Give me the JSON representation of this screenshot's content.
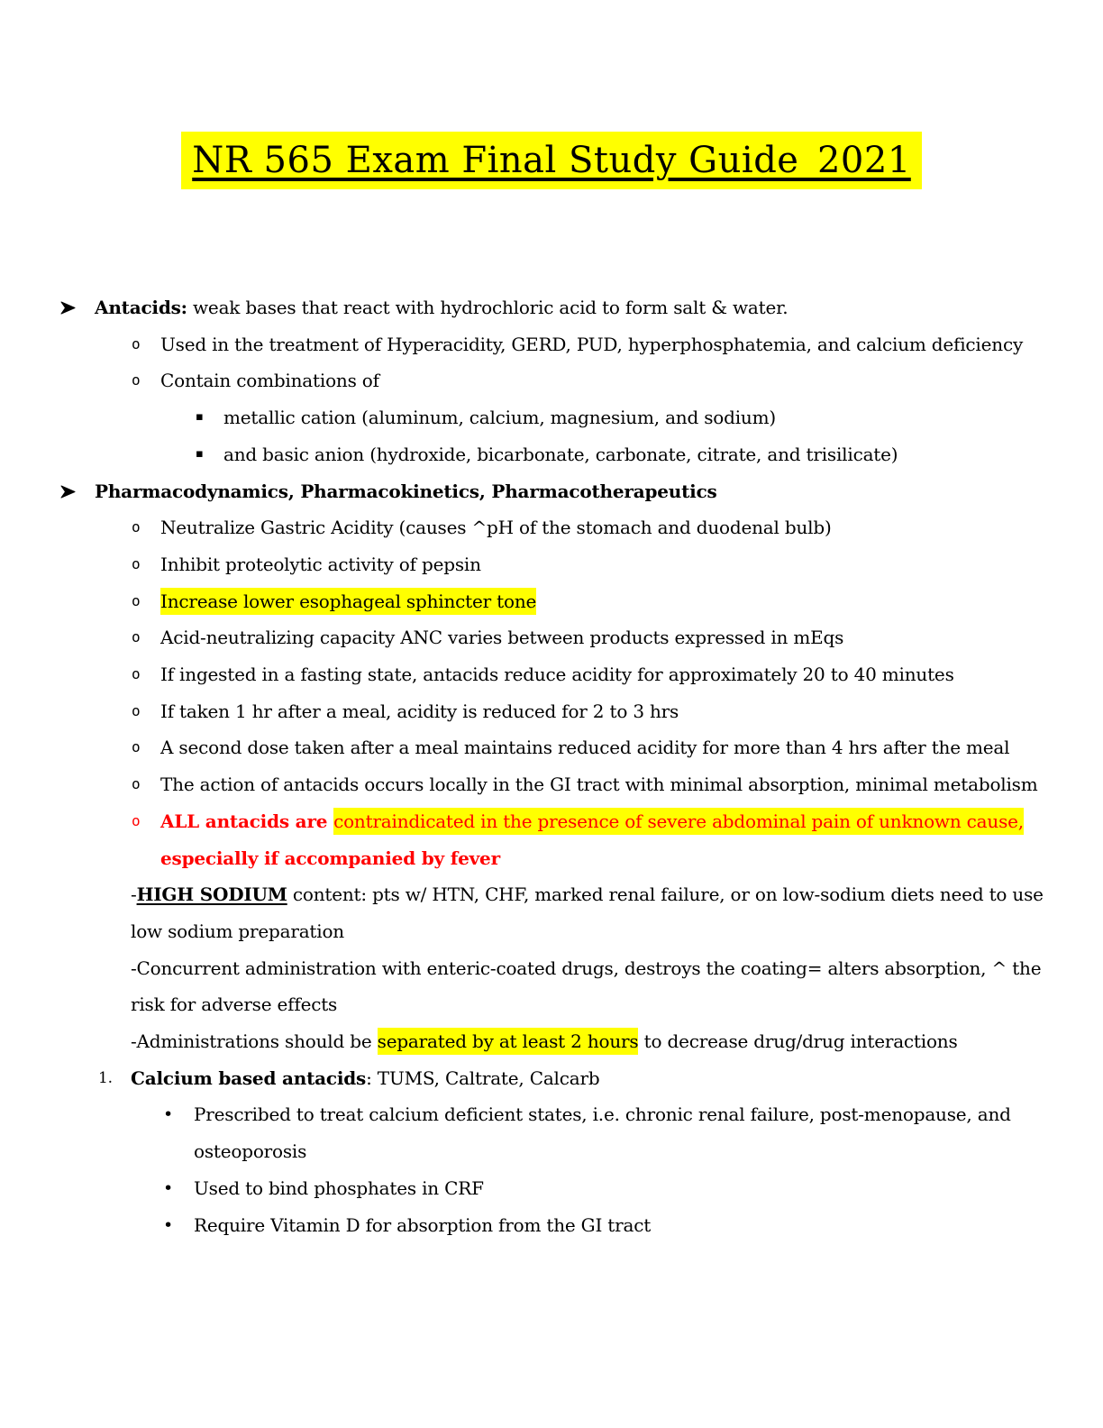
{
  "page": {
    "background_color": "#ffffff",
    "highlight_color": "#ffff00",
    "warning_text_color": "#ff0000"
  },
  "title": {
    "text": "NR 565 Exam Final Study Guide_2021"
  },
  "markers": {
    "arrow": "arrow-bullet",
    "circle": "o",
    "square": "▪",
    "dot": "•"
  },
  "blocks": [
    {
      "style": "l1",
      "marker": "arrow",
      "runs": [
        {
          "t": "Antacids:",
          "b": 1
        },
        {
          "t": " weak bases that react with hydrochloric acid to form salt & water."
        }
      ]
    },
    {
      "style": "l2",
      "marker": "circle",
      "runs": [
        {
          "t": "Used in the treatment of Hyperacidity, GERD, PUD, hyperphosphatemia, and calcium deficiency"
        }
      ]
    },
    {
      "style": "l2",
      "marker": "circle",
      "runs": [
        {
          "t": "Contain combinations of"
        }
      ]
    },
    {
      "style": "l3",
      "marker": "square",
      "runs": [
        {
          "t": "metallic cation (aluminum, calcium, magnesium, and sodium)"
        }
      ]
    },
    {
      "style": "l3",
      "marker": "square",
      "runs": [
        {
          "t": "and basic anion (hydroxide, bicarbonate, carbonate, citrate, and trisilicate)"
        }
      ]
    },
    {
      "style": "l1",
      "marker": "arrow",
      "runs": [
        {
          "t": "Pharmacodynamics, Pharmacokinetics, Pharmacotherapeutics",
          "b": 1
        }
      ]
    },
    {
      "style": "l2",
      "marker": "circle",
      "runs": [
        {
          "t": "Neutralize Gastric Acidity (causes ^pH of the stomach and duodenal bulb)"
        }
      ]
    },
    {
      "style": "l2",
      "marker": "circle",
      "runs": [
        {
          "t": "Inhibit proteolytic activity of pepsin"
        }
      ]
    },
    {
      "style": "l2",
      "marker": "circle",
      "runs": [
        {
          "t": "Increase lower esophageal sphincter tone",
          "hl": 1
        }
      ]
    },
    {
      "style": "l2",
      "marker": "circle",
      "runs": [
        {
          "t": "Acid-neutralizing capacity ANC varies between products expressed in mEqs"
        }
      ]
    },
    {
      "style": "l2",
      "marker": "circle",
      "runs": [
        {
          "t": "If ingested in a fasting state, antacids reduce acidity for approximately 20 to 40 minutes"
        }
      ]
    },
    {
      "style": "l2",
      "marker": "circle",
      "runs": [
        {
          "t": "If taken 1 hr after a meal, acidity is reduced for 2 to 3 hrs"
        }
      ]
    },
    {
      "style": "l2",
      "marker": "circle",
      "runs": [
        {
          "t": "A second dose taken after a meal maintains reduced acidity for more than 4 hrs after the meal"
        }
      ]
    },
    {
      "style": "l2",
      "marker": "circle",
      "runs": [
        {
          "t": "The action of antacids occurs locally in the GI tract with minimal absorption, minimal metabolism"
        }
      ]
    },
    {
      "style": "l2",
      "marker": "circle",
      "marker_red": 1,
      "runs": [
        {
          "t": "ALL antacids are ",
          "b": 1,
          "red": 1
        },
        {
          "t": "contraindicated in the presence of severe abdominal pain of unknown cause,",
          "red": 1,
          "hl": 1
        },
        {
          "t": " especially if accompanied by fever",
          "b": 1,
          "red": 1
        }
      ]
    },
    {
      "style": "indent",
      "runs": [
        {
          "t": "-"
        },
        {
          "t": "HIGH SODIUM",
          "b": 1,
          "u": 1
        },
        {
          "t": " content: pts w/ HTN, CHF, marked renal failure, or on low-sodium diets need to use low sodium preparation"
        }
      ]
    },
    {
      "style": "indent",
      "runs": [
        {
          "t": "-Concurrent administration with enteric-coated drugs, destroys the coating= alters absorption, ^ the risk for adverse effects"
        }
      ]
    },
    {
      "style": "indent",
      "runs": [
        {
          "t": "-Administrations should be "
        },
        {
          "t": "separated by at least 2 hours",
          "hl": 1
        },
        {
          "t": " to decrease drug/drug interactions"
        }
      ]
    },
    {
      "style": "num",
      "marker": "number",
      "number_label": "1.",
      "runs": [
        {
          "t": "Calcium based antacids",
          "b": 1
        },
        {
          "t": ": TUMS, Caltrate, Calcarb"
        }
      ]
    },
    {
      "style": "l4",
      "marker": "dot",
      "runs": [
        {
          "t": "Prescribed to treat calcium deficient states, i.e. chronic renal failure, post-menopause, and osteoporosis"
        }
      ]
    },
    {
      "style": "l4",
      "marker": "dot",
      "runs": [
        {
          "t": "Used to bind phosphates in CRF"
        }
      ]
    },
    {
      "style": "l4",
      "marker": "dot",
      "runs": [
        {
          "t": "Require Vitamin D for absorption from the GI tract"
        }
      ]
    }
  ]
}
